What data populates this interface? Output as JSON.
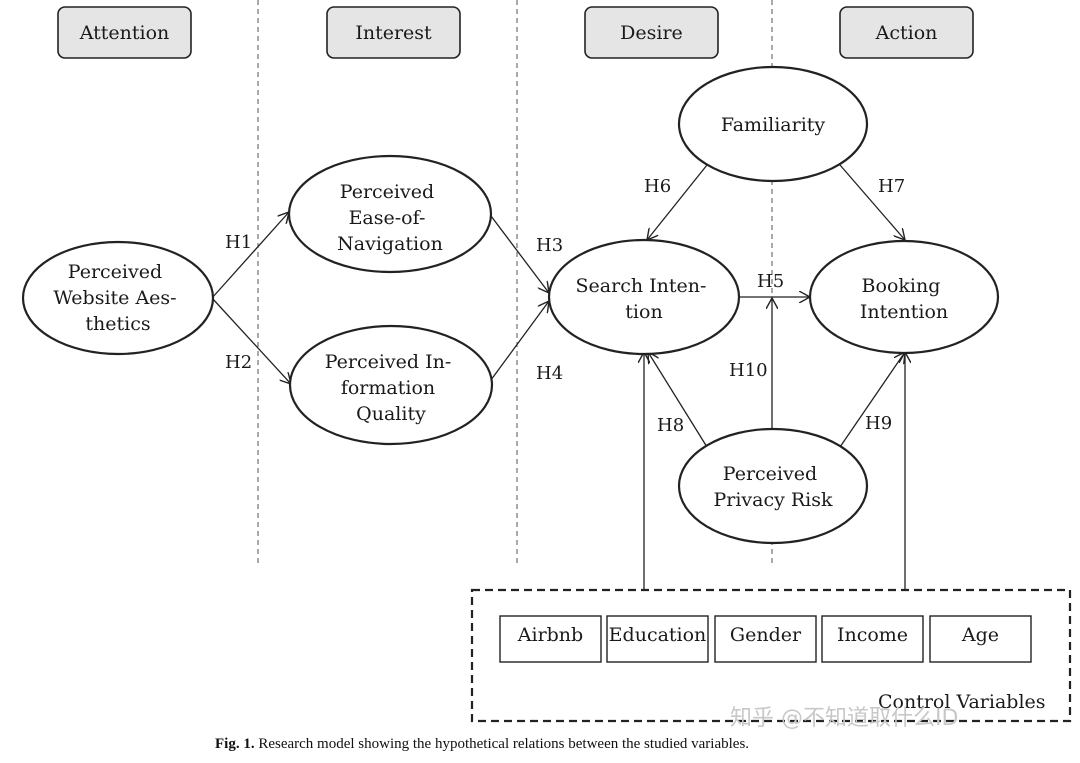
{
  "stages": [
    {
      "id": "attention",
      "label": "Attention"
    },
    {
      "id": "interest",
      "label": "Interest"
    },
    {
      "id": "desire",
      "label": "Desire"
    },
    {
      "id": "action",
      "label": "Action"
    }
  ],
  "nodes": {
    "aesthetics": [
      "Perceived",
      "Website Aes-",
      "thetics"
    ],
    "navigation": [
      "Perceived",
      "Ease-of-",
      "Navigation"
    ],
    "information": [
      "Perceived In-",
      "formation",
      "Quality"
    ],
    "familiarity": [
      "Familiarity"
    ],
    "search": [
      "Search Inten-",
      "tion"
    ],
    "booking": [
      "Booking",
      "Intention"
    ],
    "privacy": [
      "Perceived",
      "Privacy Risk"
    ]
  },
  "hypotheses": {
    "h1": "H1",
    "h2": "H2",
    "h3": "H3",
    "h4": "H4",
    "h5": "H5",
    "h6": "H6",
    "h7": "H7",
    "h8": "H8",
    "h9": "H9",
    "h10": "H10"
  },
  "control_variables": {
    "title": "Control Variables",
    "items": [
      "Airbnb",
      "Education",
      "Gender",
      "Income",
      "Age"
    ]
  },
  "caption": {
    "prefix": "Fig. 1.",
    "text": "Research model showing the hypothetical relations between the studied variables."
  },
  "watermark": "知乎 @不知道取什么ID"
}
